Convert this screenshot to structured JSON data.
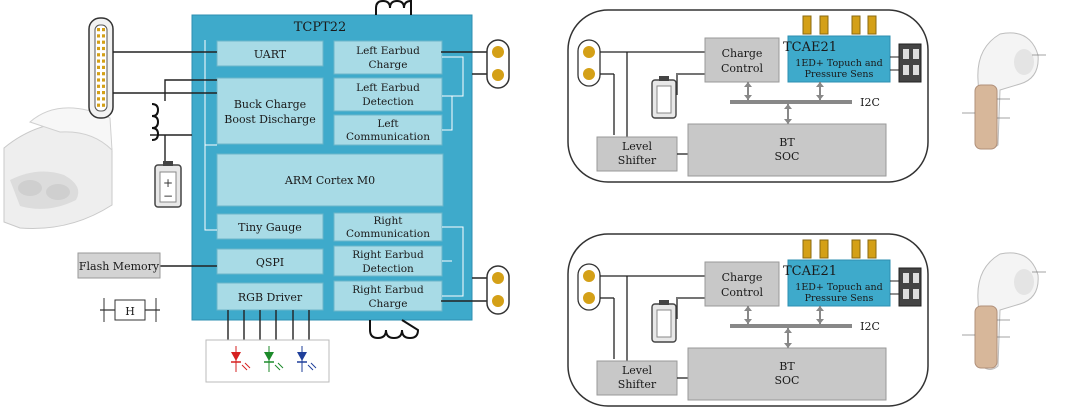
{
  "left_chip": {
    "title": "TCPT22",
    "blocks": {
      "uart": "UART",
      "buck1": "Buck Charge",
      "buck2": "Boost Discharge",
      "arm": "ARM Cortex M0",
      "tiny": "Tiny Gauge",
      "qspi": "QSPI",
      "rgb": "RGB Driver",
      "lec1": "Left Earbud",
      "lec2": "Charge",
      "led1": "Left Earbud",
      "led2": "Detection",
      "lcm1": "Left",
      "lcm2": "Communication",
      "rcm1": "Right",
      "rcm2": "Communication",
      "red1": "Right Earbud",
      "red2": "Detection",
      "rec1": "Right Earbud",
      "rec2": "Charge"
    },
    "flash": "Flash Memory",
    "h_symbol": "H",
    "led_colors": [
      "#d62020",
      "#1c8a2a",
      "#1f3f9a"
    ]
  },
  "earbud_panels": [
    {
      "charge1": "Charge",
      "charge2": "Control",
      "tcae": "TCAE21",
      "tcae_sub1": "1ED+ Topuch and",
      "tcae_sub2": "Pressure Sens",
      "i2c": "I2C",
      "level1": "Level",
      "level2": "Shifter",
      "bt1": "BT",
      "bt2": "SOC"
    },
    {
      "charge1": "Charge",
      "charge2": "Control",
      "tcae": "TCAE21",
      "tcae_sub1": "1ED+ Topuch and",
      "tcae_sub2": "Pressure Sens",
      "i2c": "I2C",
      "level1": "Level",
      "level2": "Shifter",
      "bt1": "BT",
      "bt2": "SOC"
    }
  ],
  "colors": {
    "chip_bg": "#3eaacb",
    "block_bg": "#a8dbe6",
    "gray_block": "#c8c8c8",
    "line": "#222222",
    "coil": "#111111",
    "pad_gold": "#d4a017"
  }
}
